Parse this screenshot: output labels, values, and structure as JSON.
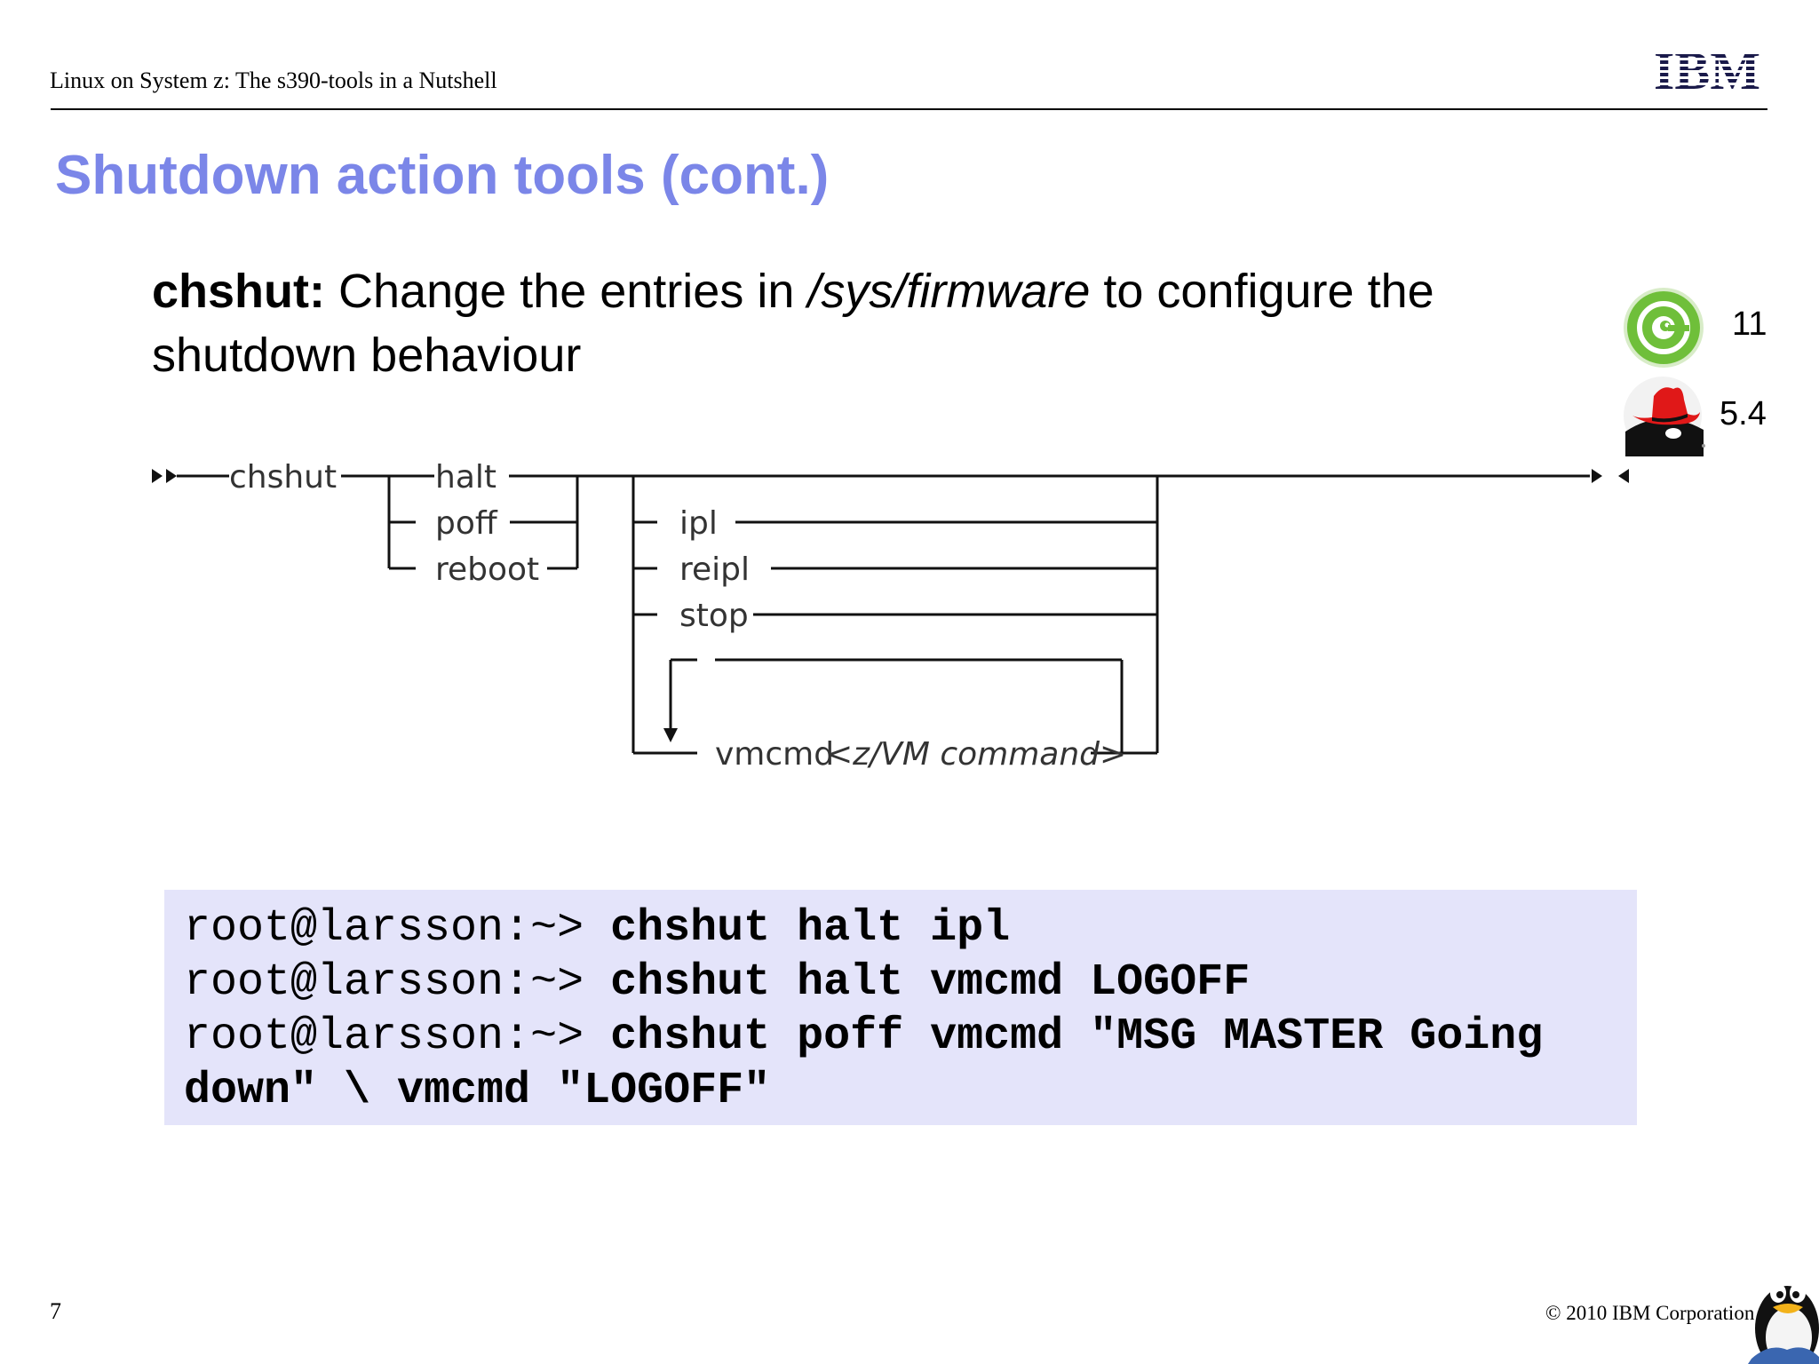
{
  "header": {
    "title": "Linux on System z: The s390-tools in a Nutshell",
    "logo": "IBM"
  },
  "slide": {
    "title": "Shutdown action tools (cont.)",
    "title_color": "#7b86e8"
  },
  "lead": {
    "cmd": "chshut:",
    "text1": " Change the entries in ",
    "path": "/sys/firmware",
    "text2": " to configure the shutdown behaviour"
  },
  "distros": [
    {
      "icon": "opensuse-chameleon-icon",
      "version": "11",
      "color": "#6fbf3a"
    },
    {
      "icon": "redhat-shadowman-icon",
      "version": "5.4",
      "color": "#cc0000"
    }
  ],
  "syntax": {
    "command": "chshut",
    "triggers": [
      "halt",
      "poff",
      "reboot"
    ],
    "actions": [
      "ipl",
      "reipl",
      "stop"
    ],
    "vmcmd_keyword": "vmcmd",
    "vmcmd_arg": "<z/VM command>"
  },
  "code": {
    "background": "#e4e4fa",
    "lines": [
      {
        "prompt": "root@larsson:~> ",
        "cmd": "chshut halt ipl"
      },
      {
        "prompt": "root@larsson:~> ",
        "cmd": "chshut halt vmcmd LOGOFF"
      },
      {
        "prompt": "root@larsson:~> ",
        "cmd": "chshut poff vmcmd \"MSG MASTER Going"
      },
      {
        "prompt": "",
        "cmd": "down\" \\ vmcmd \"LOGOFF\""
      }
    ]
  },
  "footer": {
    "page_number": "7",
    "copyright": "© 2010 IBM Corporation",
    "mascot": "tux-penguin-icon"
  }
}
